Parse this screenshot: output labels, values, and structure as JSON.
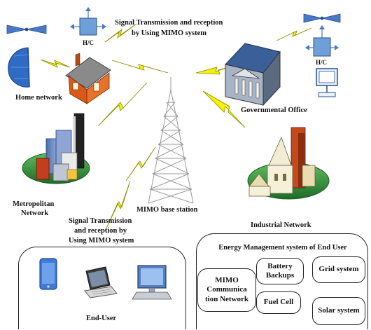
{
  "labels": {
    "title_top_line1": "Signal Transmission and reception",
    "title_top_line2": "by Using MIMO system",
    "home_network": "Home network",
    "governmental_office": "Governmental Office",
    "metropolitan_line1": "Metropolitan",
    "metropolitan_line2": "Network",
    "mimo_base_station": "MIMO base station",
    "industrial_network": "Industrial Network",
    "signal_left_line1": "Signal Transmission",
    "signal_left_line2": "and reception by",
    "signal_left_line3": "Using MIMO system",
    "end_user": "End-User",
    "hc_left": "H/C",
    "hc_right": "H/C"
  },
  "energy_panel": {
    "title": "Energy Management system of End User",
    "items": {
      "mimo": "MIMO Communica tion Network",
      "battery": "Battery Backups",
      "grid": "Grid system",
      "fuel": "Fuel Cell",
      "solar": "Solar system"
    }
  },
  "colors": {
    "lightning": "#f5f200",
    "lightning_stroke": "#8a8a00",
    "hc_box": "#6f9fd8",
    "house_wall": "#e8722a",
    "ellipse_green": "#2f8a3c"
  }
}
